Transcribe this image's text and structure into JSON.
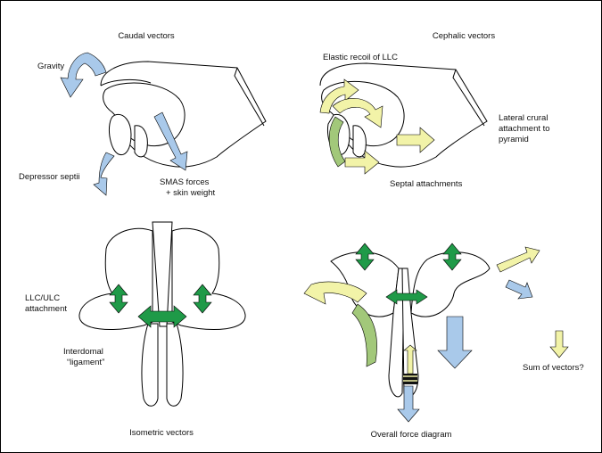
{
  "panels": {
    "caudal": {
      "title": "Caudal vectors",
      "gravity": "Gravity",
      "depressor": "Depressor septii",
      "smas_line1": "SMAS forces",
      "smas_line2": "+ skin weight"
    },
    "cephalic": {
      "title": "Cephalic vectors",
      "elastic": "Elastic recoil of LLC",
      "lateral_line1": "Lateral crural",
      "lateral_line2": "attachment to",
      "lateral_line3": "pyramid",
      "septal": "Septal attachments"
    },
    "isometric": {
      "title": "Isometric vectors",
      "llc_line1": "LLC/ULC",
      "llc_line2": "attachment",
      "interdomal_line1": "Interdomal",
      "interdomal_line2": "“ligament”"
    },
    "overall": {
      "title": "Overall force diagram",
      "sum": "Sum of vectors?"
    }
  },
  "colors": {
    "blue": "#a9c9ea",
    "yellow": "#f2f3a8",
    "light_green": "#a2c87a",
    "dark_green": "#1f9a48"
  }
}
